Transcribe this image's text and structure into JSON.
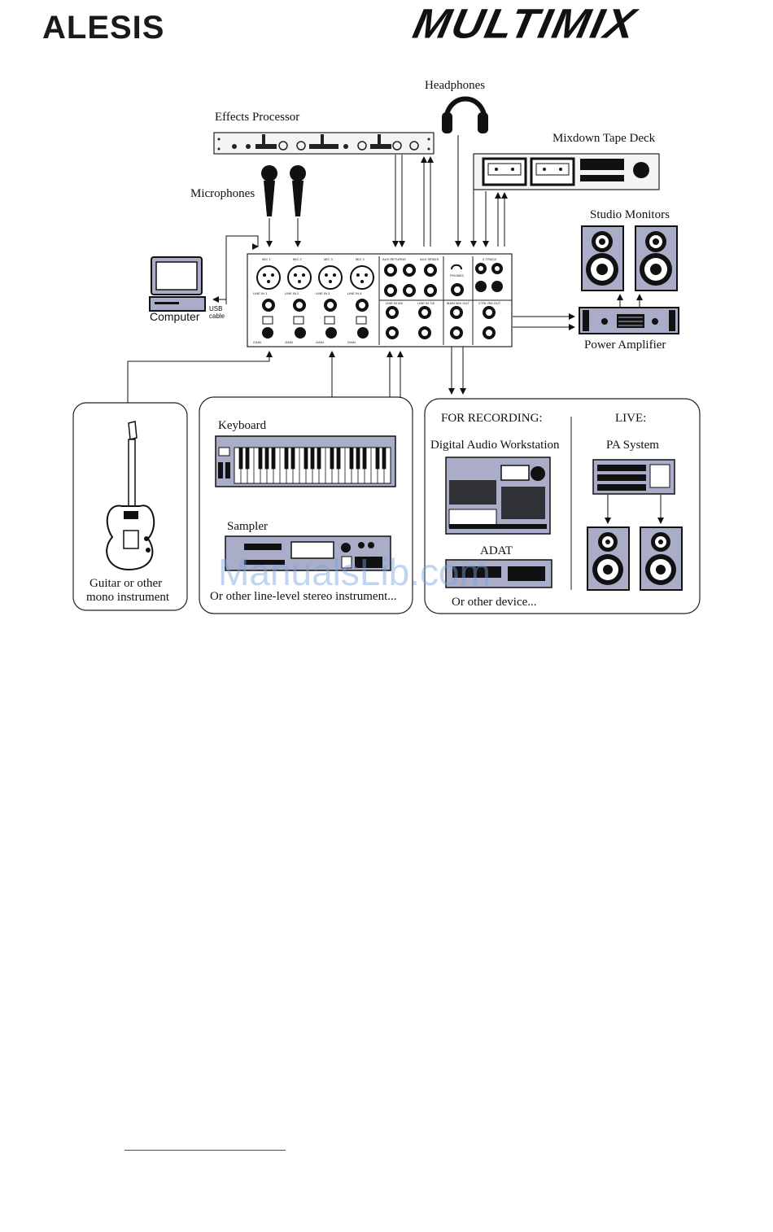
{
  "header": {
    "left_brand": "ALESIS",
    "right_brand": "MULTIMIX"
  },
  "labels": {
    "headphones": "Headphones",
    "effects_processor": "Effects Processor",
    "mixdown_tape_deck": "Mixdown Tape Deck",
    "microphones": "Microphones",
    "studio_monitors": "Studio Monitors",
    "computer": "Computer",
    "usb_cable": "USB cable",
    "power_amplifier": "Power Amplifier",
    "keyboard": "Keyboard",
    "sampler": "Sampler",
    "line_level_note": "Or other line-level stereo instrument...",
    "guitar_line1": "Guitar or other",
    "guitar_line2": "mono instrument",
    "for_recording": "FOR RECORDING:",
    "live": "LIVE:",
    "daw": "Digital Audio Workstation",
    "pa_system": "PA System",
    "adat": "ADAT",
    "other_device": "Or other device..."
  },
  "mixer": {
    "mic_channels": [
      "MIC 1",
      "MIC 2",
      "MIC 3",
      "MIC 4"
    ],
    "line_ins": [
      "LINE IN 1",
      "LINE IN 2",
      "LINE IN 3",
      "LINE IN 4"
    ],
    "gain_label": "GAIN",
    "aux_returns": "AUX RETURNS",
    "aux_sends": "AUX SENDS",
    "phones": "PHONES",
    "two_track": "2-TRACK",
    "stereo_line_in_a": "LINE IN 5/6",
    "stereo_line_in_b": "LINE IN 7/8",
    "main_mix_out": "MAIN MIX OUT",
    "ctrl_rm_out": "CTRL RM OUT"
  },
  "watermark": "ManualsLib.com",
  "colors": {
    "device_fill": "#a9adc8",
    "device_dark": "#262833",
    "line": "#111111",
    "link": "#2a49c8"
  }
}
